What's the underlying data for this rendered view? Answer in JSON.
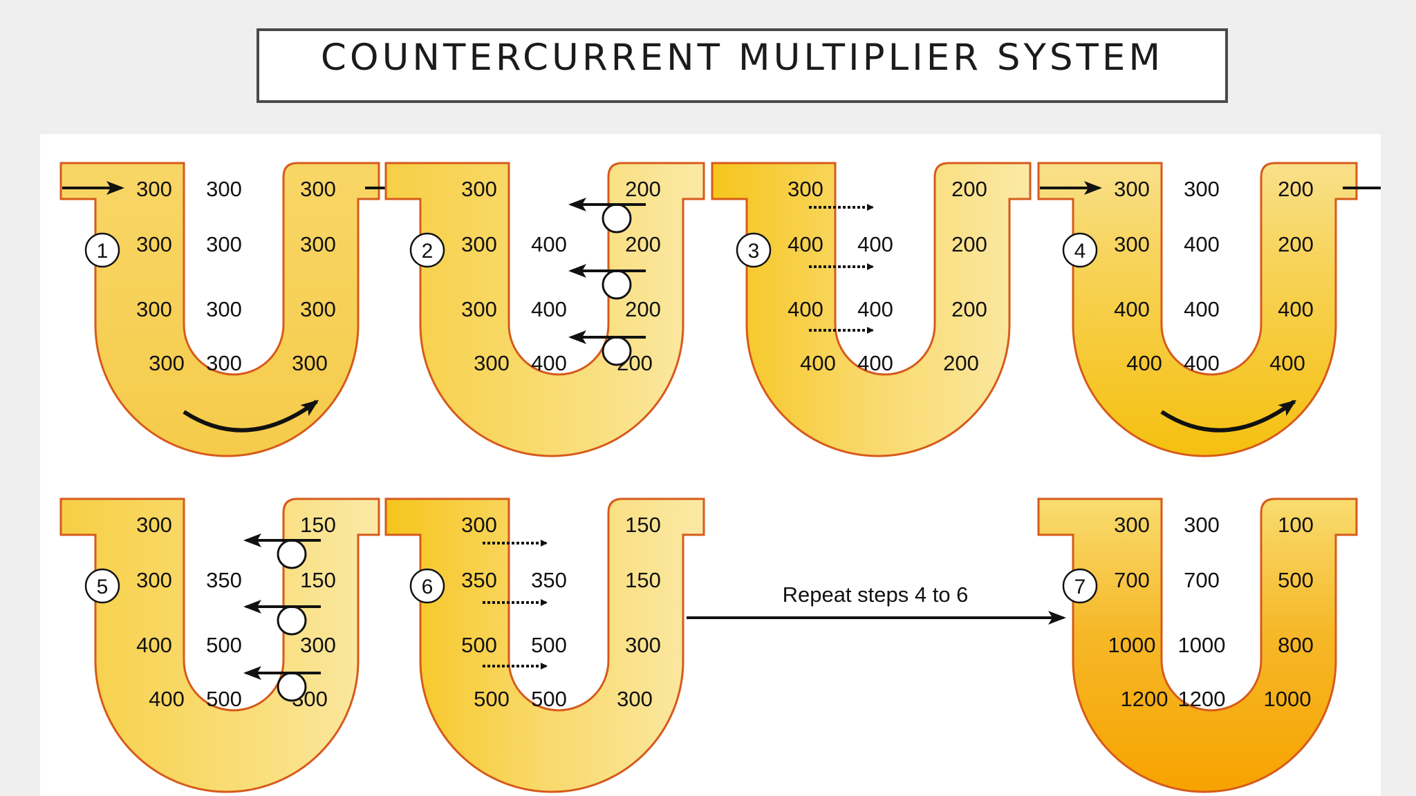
{
  "title": "COUNTERCURRENT MULTIPLIER SYSTEM",
  "repeat_label": "Repeat steps 4 to 6",
  "colors": {
    "tube_outline": "#d65a1a",
    "tube_pale": "#fbe9a6",
    "tube_yellow": "#f6cd3a",
    "tube_deep": "#f7a300",
    "arrow": "#111111"
  },
  "steps": [
    {
      "number": "1",
      "left": [
        "300",
        "300",
        "300",
        "300"
      ],
      "middle": [
        "300",
        "300",
        "300",
        "300"
      ],
      "right": [
        "300",
        "300",
        "300",
        "300"
      ],
      "inflow_arrow": true,
      "outflow_arrow": true,
      "flow_arrow": true,
      "pumps": false,
      "diffusion": false,
      "shade": "flat"
    },
    {
      "number": "2",
      "left": [
        "300",
        "300",
        "300",
        "300"
      ],
      "middle": [
        "",
        "400",
        "400",
        "400"
      ],
      "right": [
        "200",
        "200",
        "200",
        "200"
      ],
      "inflow_arrow": false,
      "outflow_arrow": false,
      "flow_arrow": false,
      "pumps": true,
      "diffusion": false,
      "shade": "right-pale"
    },
    {
      "number": "3",
      "left": [
        "300",
        "400",
        "400",
        "400"
      ],
      "middle": [
        "",
        "400",
        "400",
        "400"
      ],
      "right": [
        "200",
        "200",
        "200",
        "200"
      ],
      "inflow_arrow": false,
      "outflow_arrow": false,
      "flow_arrow": false,
      "pumps": false,
      "diffusion": true,
      "shade": "left-deep"
    },
    {
      "number": "4",
      "left": [
        "300",
        "300",
        "400",
        "400"
      ],
      "middle": [
        "300",
        "400",
        "400",
        "400"
      ],
      "right": [
        "200",
        "200",
        "400",
        "400"
      ],
      "inflow_arrow": true,
      "outflow_arrow": true,
      "flow_arrow": true,
      "pumps": false,
      "diffusion": false,
      "shade": "bottom-deep"
    },
    {
      "number": "5",
      "left": [
        "300",
        "300",
        "400",
        "400"
      ],
      "middle": [
        "",
        "350",
        "500",
        "500"
      ],
      "right": [
        "150",
        "150",
        "300",
        "300"
      ],
      "inflow_arrow": false,
      "outflow_arrow": false,
      "flow_arrow": false,
      "pumps": true,
      "diffusion": false,
      "shade": "right-pale"
    },
    {
      "number": "6",
      "left": [
        "300",
        "350",
        "500",
        "500"
      ],
      "middle": [
        "",
        "350",
        "500",
        "500"
      ],
      "right": [
        "150",
        "150",
        "300",
        "300"
      ],
      "inflow_arrow": false,
      "outflow_arrow": false,
      "flow_arrow": false,
      "pumps": false,
      "diffusion": true,
      "shade": "left-deep"
    },
    {
      "number": "7",
      "left": [
        "300",
        "700",
        "1000",
        "1200"
      ],
      "middle": [
        "300",
        "700",
        "1000",
        "1200"
      ],
      "right": [
        "100",
        "500",
        "800",
        "1000"
      ],
      "inflow_arrow": false,
      "outflow_arrow": false,
      "flow_arrow": false,
      "pumps": false,
      "diffusion": false,
      "shade": "orange"
    }
  ]
}
